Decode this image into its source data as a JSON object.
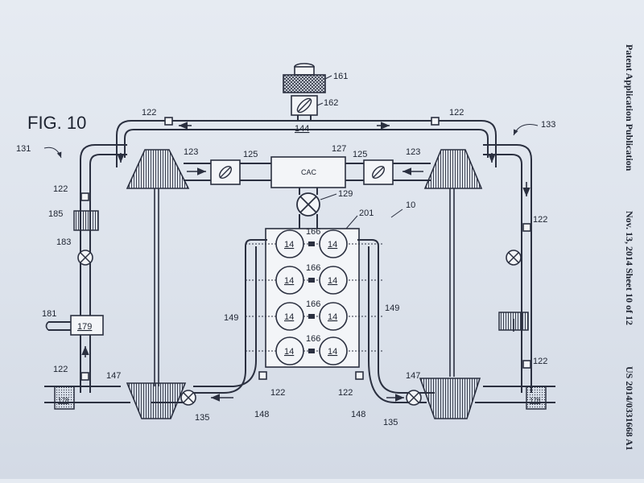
{
  "figure": {
    "title": "FIG. 10"
  },
  "header": {
    "publication": "Patent Application Publication",
    "date_sheet": "Nov. 13, 2014   Sheet 10 of 12",
    "number": "US 2014/0331668 A1"
  },
  "labels": {
    "l10": "10",
    "l122": "122",
    "l123": "123",
    "l125": "125",
    "l127": "127",
    "l129": "129",
    "l131": "131",
    "l133": "133",
    "l135": "135",
    "l144": "144",
    "l147": "147",
    "l148": "148",
    "l149": "149",
    "l161": "161",
    "l162": "162",
    "l166": "166",
    "l178": "178",
    "l179": "179",
    "l181": "181",
    "l183": "183",
    "l185": "185",
    "l201": "201",
    "cac": "CAC",
    "cyl": "14"
  },
  "colors": {
    "line": "#2b3040",
    "background": "#e2e7ee"
  }
}
